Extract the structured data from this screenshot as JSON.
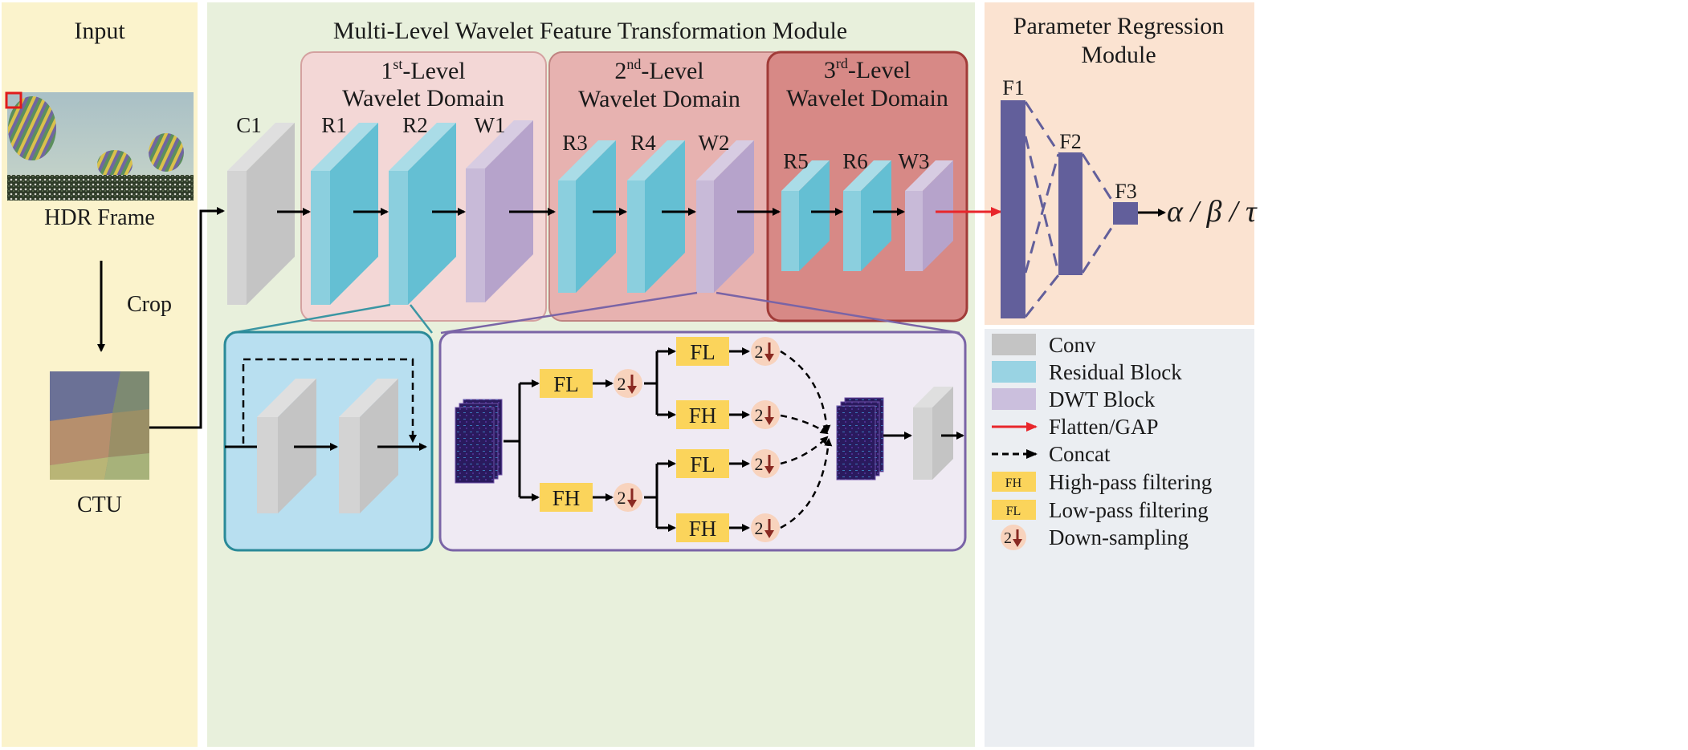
{
  "colors": {
    "input_bg": "#fbf3cc",
    "middle_bg": "#e8f0dc",
    "regression_bg": "#fbe3d1",
    "legend_bg": "#ebeef2",
    "level1": "#f3d7d6",
    "level2": "#e7b2b0",
    "level3": "#d78986",
    "conv": "#c4c4c4",
    "residual": "#64bfd3",
    "dwt": "#b6a3cb",
    "fc": "#625f9b",
    "filter": "#fbd45b",
    "down": "#f8d3bd",
    "down_arrow": "#8a2a22",
    "flatten_arrow": "#e8262b"
  },
  "input": {
    "title": "Input",
    "hdr_label": "HDR Frame",
    "crop_label": "Crop",
    "ctu_label": "CTU"
  },
  "wavelet_module": {
    "title": "Multi-Level Wavelet Feature Transformation Module",
    "levels": [
      {
        "num": "1",
        "sup": "st",
        "rest": "-Level",
        "domain": "Wavelet Domain"
      },
      {
        "num": "2",
        "sup": "nd",
        "rest": "-Level",
        "domain": "Wavelet Domain"
      },
      {
        "num": "3",
        "sup": "rd",
        "rest": "-Level",
        "domain": "Wavelet Domain"
      }
    ],
    "blocks": [
      "C1",
      "R1",
      "R2",
      "W1",
      "R3",
      "R4",
      "W2",
      "R5",
      "R6",
      "W3"
    ]
  },
  "regression": {
    "title_line1": "Parameter Regression",
    "title_line2": "Module",
    "layers": [
      "F1",
      "F2",
      "F3"
    ],
    "output": "α / β / τ"
  },
  "dwt_detail": {
    "filters": [
      "FL",
      "FH",
      "FL",
      "FH",
      "FL",
      "FH"
    ],
    "down_label": "2"
  },
  "legend": {
    "items": [
      {
        "label": "Conv",
        "type": "conv"
      },
      {
        "label": "Residual Block",
        "type": "residual"
      },
      {
        "label": "DWT Block",
        "type": "dwt"
      },
      {
        "label": "Flatten/GAP",
        "type": "flatten"
      },
      {
        "label": "Concat",
        "type": "concat"
      },
      {
        "label": "High-pass filtering",
        "type": "fh",
        "tag": "FH"
      },
      {
        "label": "Low-pass filtering",
        "type": "fl",
        "tag": "FL"
      },
      {
        "label": "Down-sampling",
        "type": "down",
        "tag": "2"
      }
    ]
  }
}
